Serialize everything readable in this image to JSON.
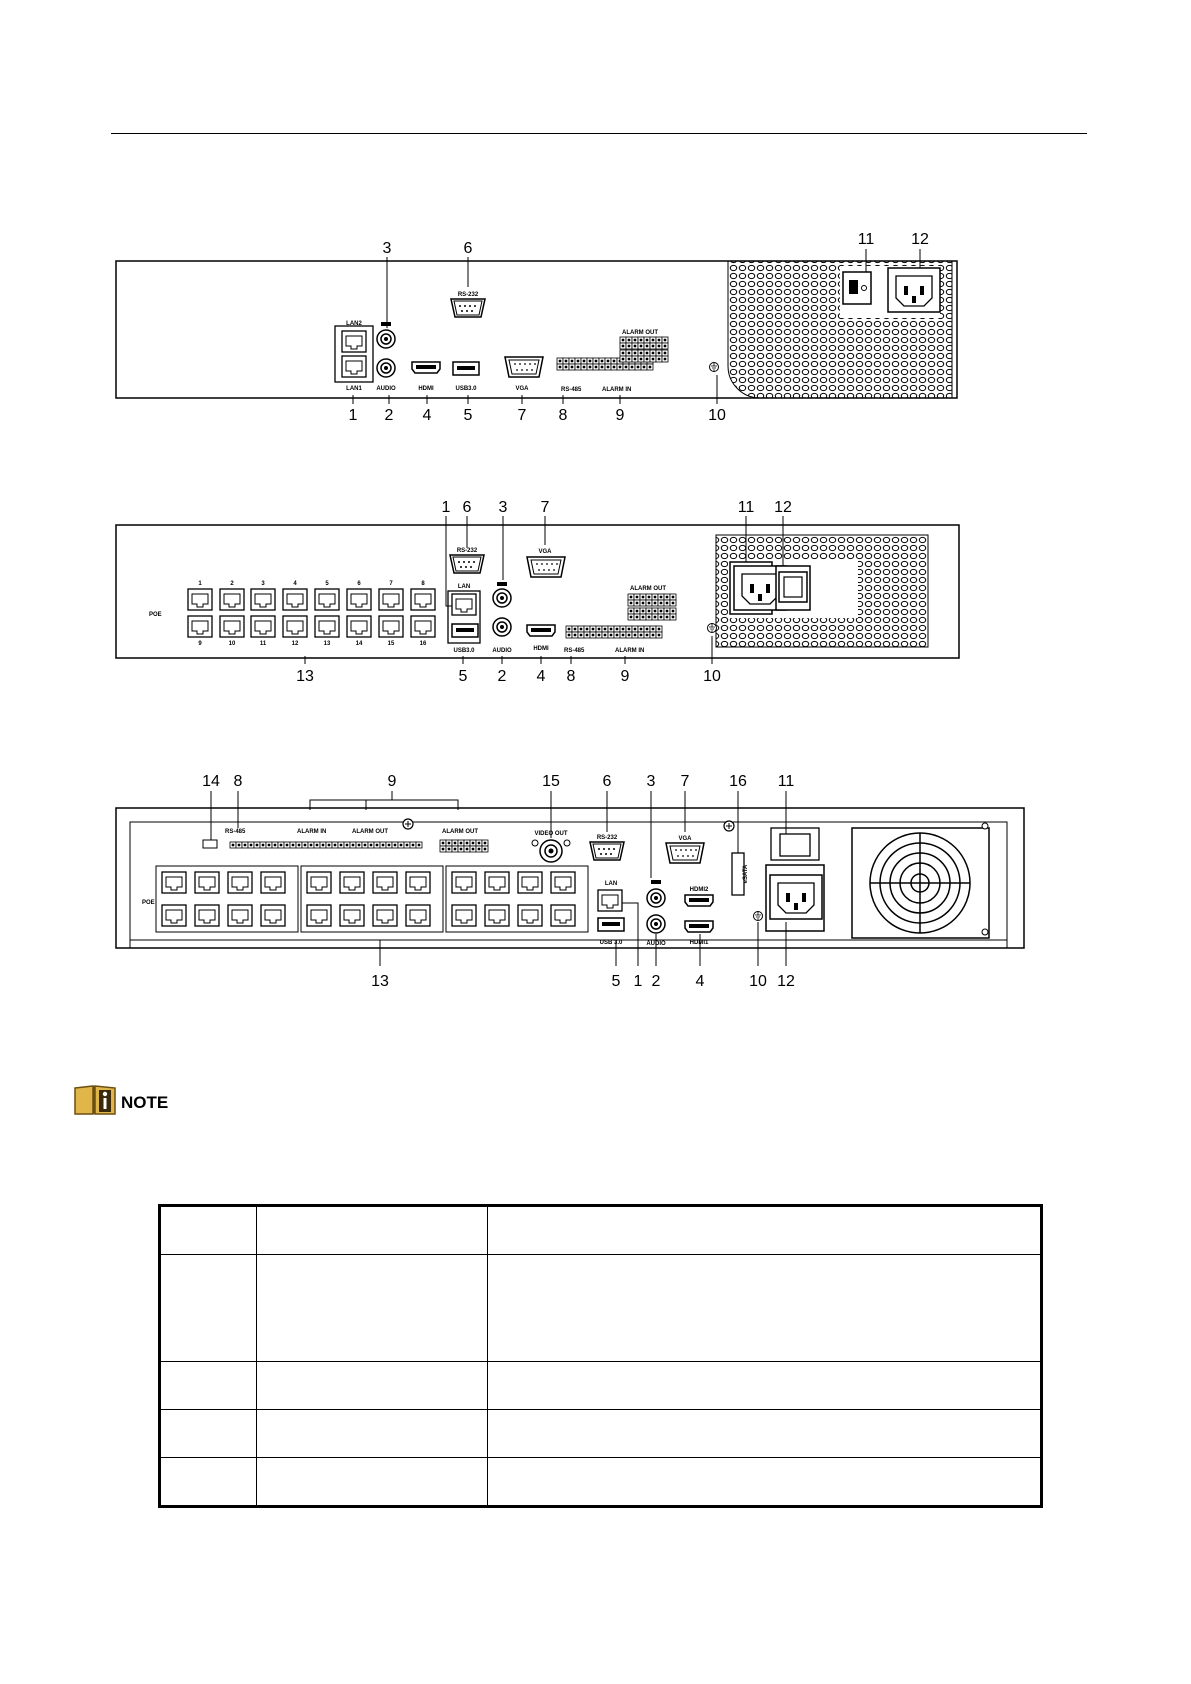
{
  "panel1": {
    "callouts_top": [
      "3",
      "6",
      "11",
      "12"
    ],
    "callouts_bottom": [
      "1",
      "2",
      "4",
      "5",
      "7",
      "8",
      "9",
      "10"
    ],
    "labels": {
      "rs232": "RS-232",
      "lan2": "LAN2",
      "lan1": "LAN1",
      "audio": "AUDIO",
      "hdmi": "HDMI",
      "usb": "USB3.0",
      "vga": "VGA",
      "rs485": "RS-485",
      "alarm_in": "ALARM IN",
      "alarm_out": "ALARM OUT"
    }
  },
  "panel2": {
    "callouts_top": [
      "1",
      "6",
      "3",
      "7",
      "11",
      "12"
    ],
    "callouts_bottom": [
      "13",
      "5",
      "2",
      "4",
      "8",
      "9",
      "10"
    ],
    "labels": {
      "rs232": "RS-232",
      "vga": "VGA",
      "lan": "LAN",
      "usb": "USB3.0",
      "audio": "AUDIO",
      "hdmi": "HDMI",
      "rs485": "RS-485",
      "alarm_in": "ALARM IN",
      "alarm_out": "ALARM OUT",
      "poe": "POE",
      "poe_top": [
        "1",
        "2",
        "3",
        "4",
        "5",
        "6",
        "7",
        "8"
      ],
      "poe_bottom": [
        "9",
        "10",
        "11",
        "12",
        "13",
        "14",
        "15",
        "16"
      ]
    }
  },
  "panel3": {
    "callouts_top": [
      "14",
      "8",
      "9",
      "15",
      "6",
      "3",
      "7",
      "16",
      "11"
    ],
    "callouts_bottom": [
      "13",
      "5",
      "1",
      "2",
      "4",
      "10",
      "12"
    ],
    "labels": {
      "rs485": "RS-485",
      "alarm_in": "ALARM IN",
      "alarm_out": "ALARM OUT",
      "alarm_out2": "ALARM OUT",
      "video_out": "VIDEO OUT",
      "rs232": "RS-232",
      "vga": "VGA",
      "lan": "LAN",
      "usb": "USB 3.0",
      "audio": "AUDIO",
      "hdmi2": "HDMI2",
      "hdmi1": "HDMI1",
      "esata": "eSATA",
      "poe": "POE"
    }
  },
  "note": {
    "label": "NOTE",
    "icon": "info-book-icon"
  },
  "table": {
    "header": [
      "",
      "",
      ""
    ],
    "rows": [
      [
        "",
        "",
        ""
      ],
      [
        "",
        "",
        ""
      ],
      [
        "",
        "",
        ""
      ],
      [
        "",
        "",
        ""
      ]
    ]
  }
}
